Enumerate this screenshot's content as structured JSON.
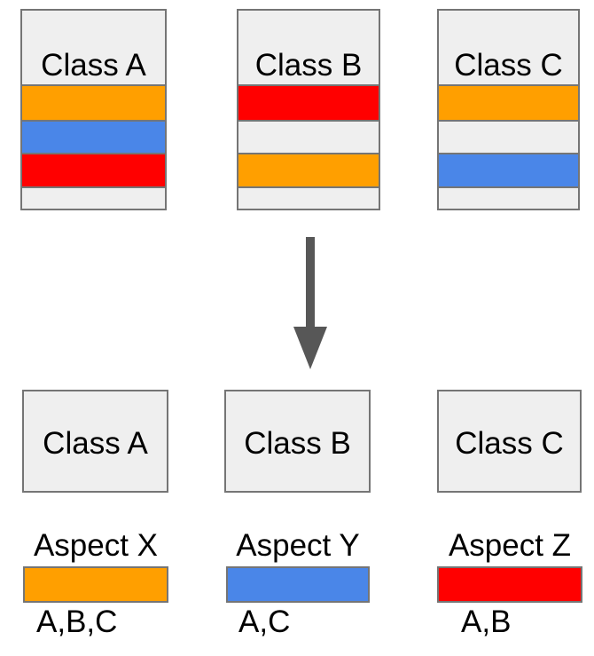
{
  "colors": {
    "orange": "#ff9f00",
    "blue": "#4a86e8",
    "red": "#ff0000",
    "box_fill": "#efefef",
    "border": "#757575",
    "arrow": "#575757",
    "text": "#000000"
  },
  "top": {
    "columns": [
      {
        "label": "Class A",
        "bars": [
          "orange",
          "blue",
          "red",
          "gray"
        ]
      },
      {
        "label": "Class B",
        "bars": [
          "red",
          "gray",
          "orange",
          "gray"
        ]
      },
      {
        "label": "Class C",
        "bars": [
          "orange",
          "gray",
          "blue",
          "gray"
        ]
      }
    ]
  },
  "arrow": {
    "direction": "down"
  },
  "bottom": {
    "classes": [
      {
        "label": "Class A"
      },
      {
        "label": "Class B"
      },
      {
        "label": "Class C"
      }
    ],
    "aspects": [
      {
        "label": "Aspect X",
        "color": "orange",
        "members": "A,B,C"
      },
      {
        "label": "Aspect Y",
        "color": "blue",
        "members": "A,C"
      },
      {
        "label": "Aspect Z",
        "color": "red",
        "members": "A,B"
      }
    ]
  }
}
